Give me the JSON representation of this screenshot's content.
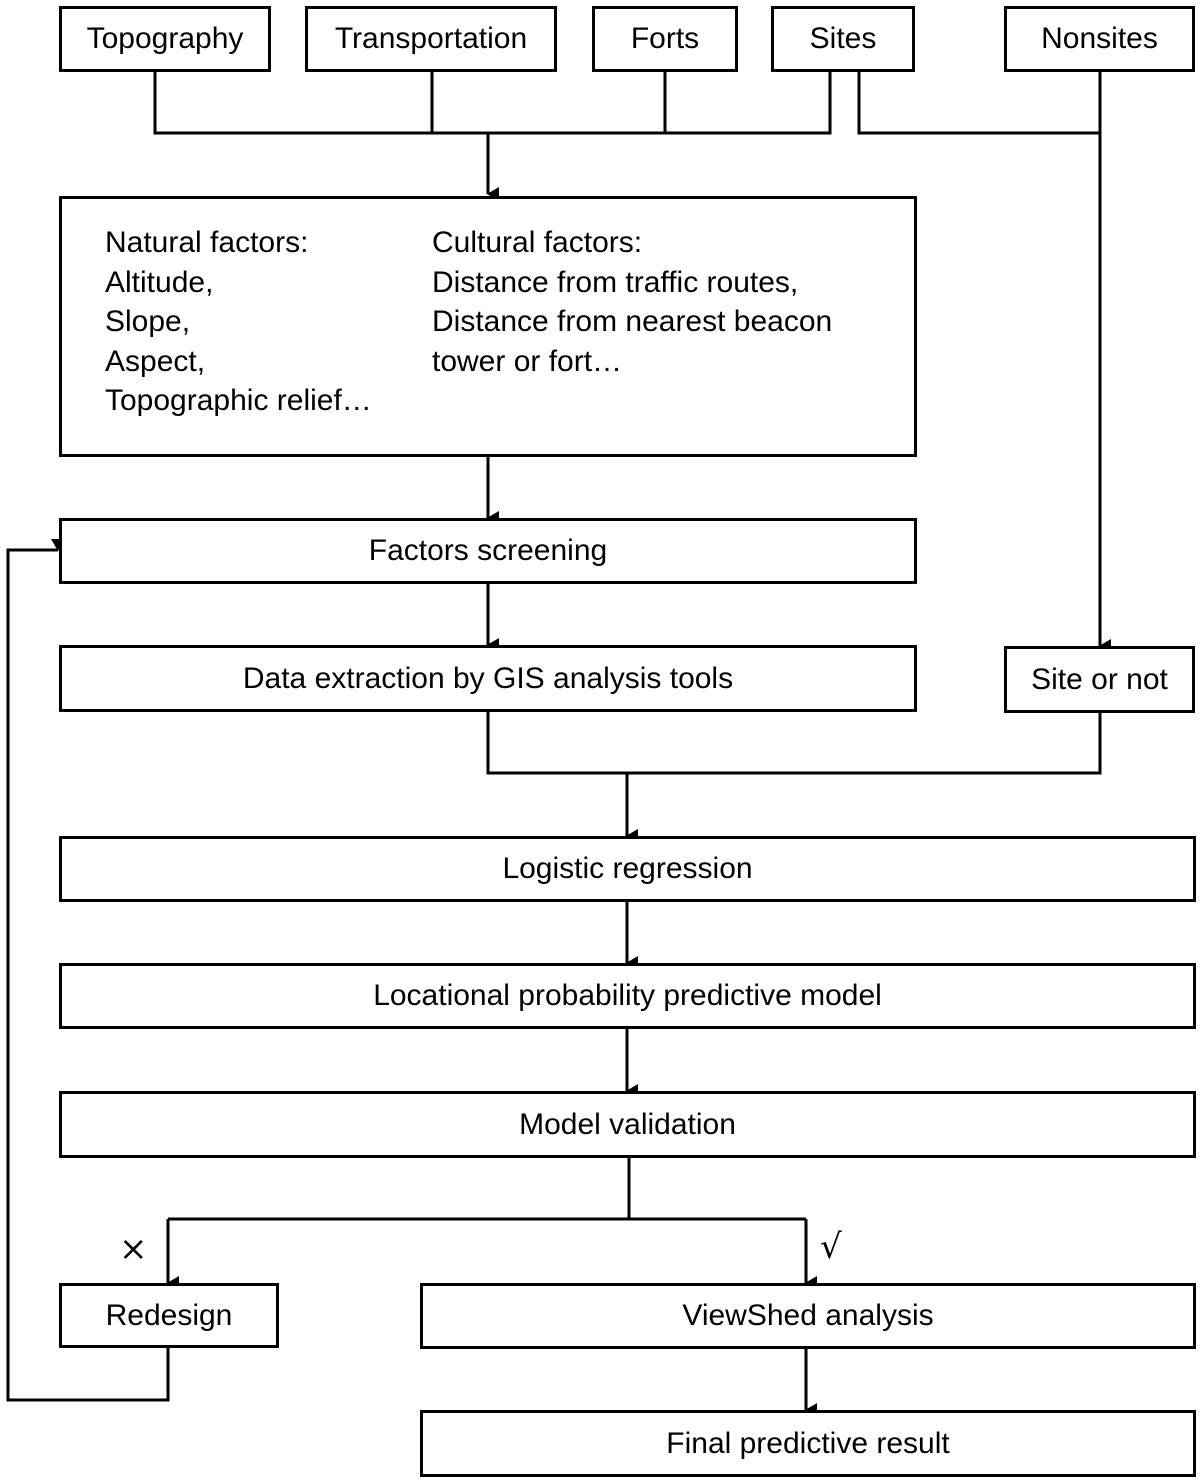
{
  "inputs": {
    "topography": "Topography",
    "transportation": "Transportation",
    "forts": "Forts",
    "sites": "Sites",
    "nonsites": "Nonsites"
  },
  "factors": {
    "natural": [
      "Natural factors:",
      "Altitude,",
      "Slope,",
      "Aspect,",
      "Topographic relief…"
    ],
    "cultural": [
      "Cultural factors:",
      "Distance from traffic routes,",
      "Distance from nearest beacon",
      "tower or fort…"
    ]
  },
  "steps": {
    "factors_screening": "Factors screening",
    "data_extraction": "Data extraction by GIS analysis tools",
    "site_or_not": "Site or not",
    "logistic_regression": "Logistic regression",
    "predictive_model": "Locational probability predictive model",
    "model_validation": "Model validation",
    "redesign": "Redesign",
    "viewshed": "ViewShed analysis",
    "final_result": "Final predictive result"
  },
  "marks": {
    "fail": "×",
    "pass": "√"
  }
}
